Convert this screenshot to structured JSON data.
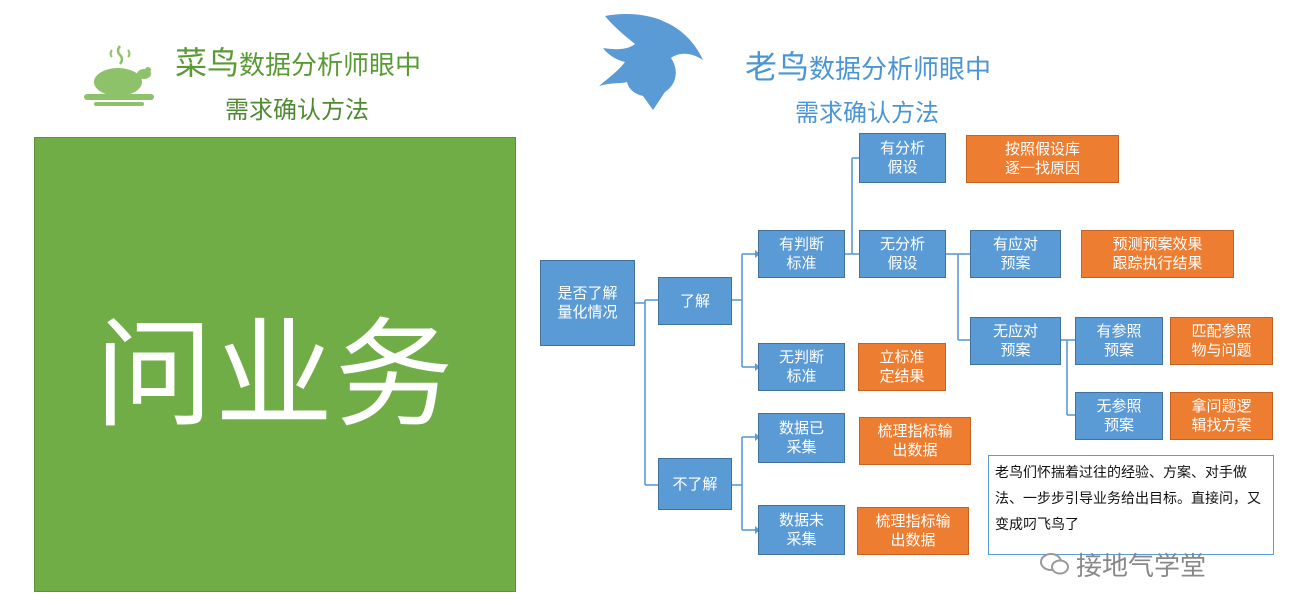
{
  "left": {
    "title_big": "菜鸟",
    "title_rest": "数据分析师眼中",
    "subtitle": "需求确认方法",
    "panel_text": "问业务",
    "icon": "roast-chicken-icon"
  },
  "right": {
    "title_big": "老鸟",
    "title_rest": "数据分析师眼中",
    "subtitle": "需求确认方法",
    "icon": "eagle-icon"
  },
  "colors": {
    "blue": "#5b9bd5",
    "orange": "#ed7d31",
    "green": "#70ad47"
  },
  "nodes": {
    "root": "是否了解\n量化情况",
    "know": "了解",
    "not_know": "不了解",
    "has_criteria": "有判断\n标准",
    "no_criteria": "无判断\n标准",
    "has_hypo": "有分析\n假设",
    "no_hypo": "无分析\n假设",
    "has_plan": "有应对\n预案",
    "no_plan": "无应对\n预案",
    "has_ref": "有参照\n预案",
    "no_ref": "无参照\n预案",
    "data_collected": "数据已\n采集",
    "data_not_collected": "数据未\n采集"
  },
  "actions": {
    "verify_hypo": "按照假设库\n逐一找原因",
    "predict_effect": "预测预案效果\n跟踪执行结果",
    "set_standard": "立标准\n定结果",
    "match_ref": "匹配参照\n物与问题",
    "logic_plan": "拿问题逻\n辑找方案",
    "sort_metrics_1": "梳理指标输\n出数据",
    "sort_metrics_2": "梳理指标输\n出数据"
  },
  "note": "老鸟们怀揣着过往的经验、方案、对手做法、一步步引导业务给出目标。直接问，又变成叼飞鸟了",
  "watermark": "接地气学堂"
}
